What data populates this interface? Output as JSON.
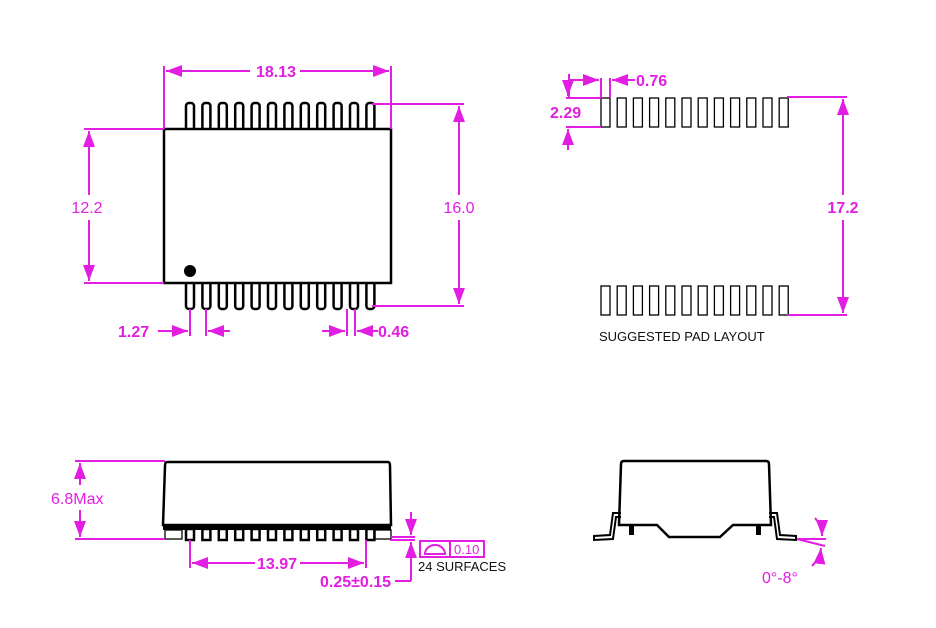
{
  "top_view": {
    "dim_length": "18.13",
    "dim_body_width": "12.2",
    "dim_overall_width": "16.0",
    "dim_pitch": "1.27",
    "dim_lead_width": "0.46",
    "pins_per_side": 12
  },
  "pad_layout": {
    "dim_pad_width": "0.76",
    "dim_pad_length": "2.29",
    "dim_span": "17.2",
    "caption": "SUGGESTED PAD LAYOUT",
    "pads_per_side": 12
  },
  "side_view": {
    "dim_height": "6.8Max",
    "dim_lead_span": "13.97",
    "dim_standoff": "0.25±0.15",
    "tolerance_value": "0.10",
    "tolerance_note": "24 SURFACES"
  },
  "end_view": {
    "dim_angle": "0°-8°"
  },
  "colors": {
    "dimension": "#e21ee2",
    "outline": "#000000"
  }
}
